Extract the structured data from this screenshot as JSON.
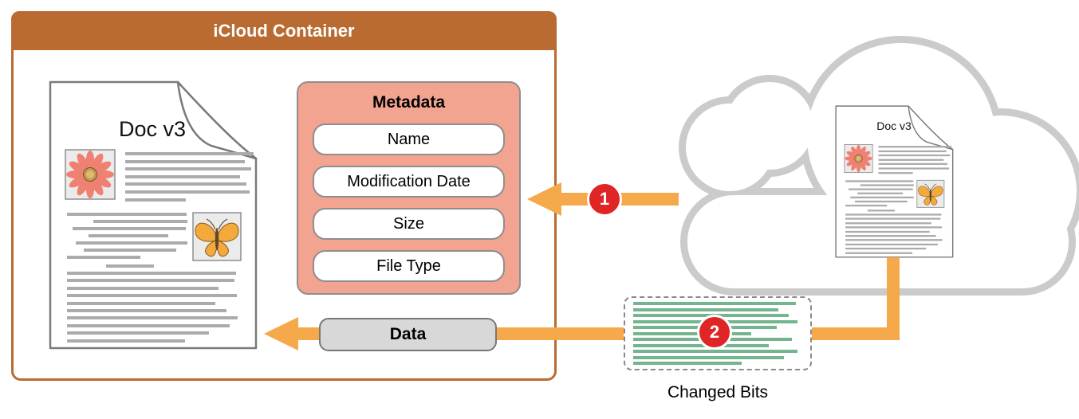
{
  "colors": {
    "brand_brown": "#B96B31",
    "salmon": "#F2A491",
    "arrow_orange": "#F5A94B",
    "badge_red": "#E02526",
    "cloud_gray": "#CBCBCB",
    "line_gray": "#ABABAB",
    "green_line": "#74B48E",
    "pill_gray": "#D8D8D8",
    "border_gray": "#8E8E8E",
    "doc_border": "#7A7A7A"
  },
  "container": {
    "title": "iCloud Container"
  },
  "metadata": {
    "title": "Metadata",
    "fields": [
      "Name",
      "Modification Date",
      "Size",
      "File Type"
    ]
  },
  "documents": {
    "local": {
      "title": "Doc v3"
    },
    "cloud": {
      "title": "Doc v3"
    }
  },
  "data_pill": {
    "label": "Data"
  },
  "changed_bits": {
    "label": "Changed Bits",
    "line_widths_pct": [
      96,
      86,
      92,
      97,
      85,
      70,
      94,
      80,
      97,
      89,
      64
    ]
  },
  "badges": {
    "step1": "1",
    "step2": "2"
  },
  "icons": [
    "cloud-icon",
    "document-icon",
    "page-curl-icon",
    "flower-image",
    "butterfly-image",
    "arrow-left-icon"
  ]
}
